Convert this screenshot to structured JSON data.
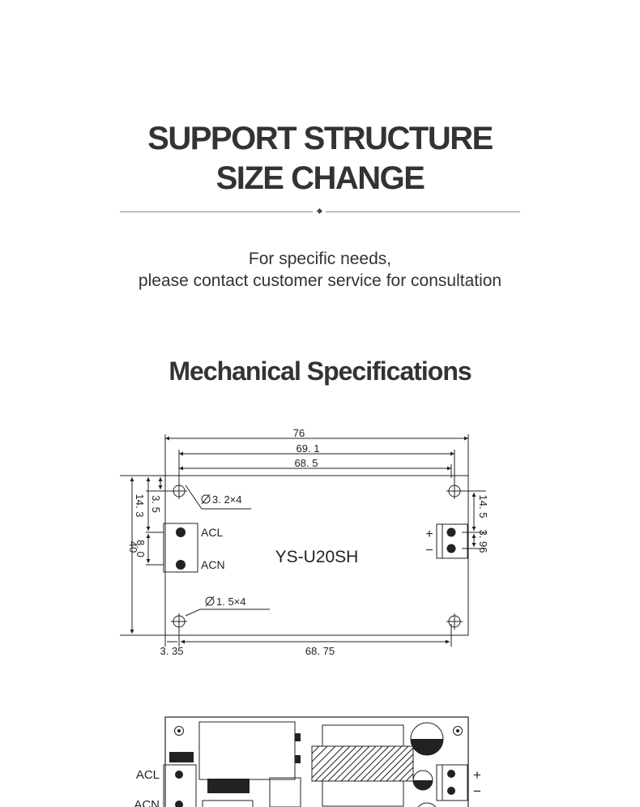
{
  "heading": {
    "line1": "SUPPORT STRUCTURE",
    "line2": "SIZE CHANGE"
  },
  "subtitle": {
    "line1": "For specific needs,",
    "line2": "please contact customer service for consultation"
  },
  "section_title": "Mechanical Specifications",
  "drawing": {
    "model": "YS-U20SH",
    "dims": {
      "total_width": "76",
      "width_69_1": "69. 1",
      "width_68_5": "68. 5",
      "height_40": "40",
      "dim_14_3": "14. 3",
      "dim_3_5": "3. 5",
      "dim_8_0": "8. 0",
      "dim_14_5": "14. 5",
      "dim_3_96": "3. 96",
      "dim_3_35": "3. 35",
      "dim_68_75": "68. 75"
    },
    "holes_large": "3. 2×4",
    "holes_small": "1. 5×4",
    "left_terminals": [
      "ACL",
      "ACN"
    ],
    "right_terminals": [
      "+",
      "−"
    ]
  },
  "board_photo": {
    "labels": [
      "ACL",
      "ACN",
      "+",
      "−"
    ]
  }
}
